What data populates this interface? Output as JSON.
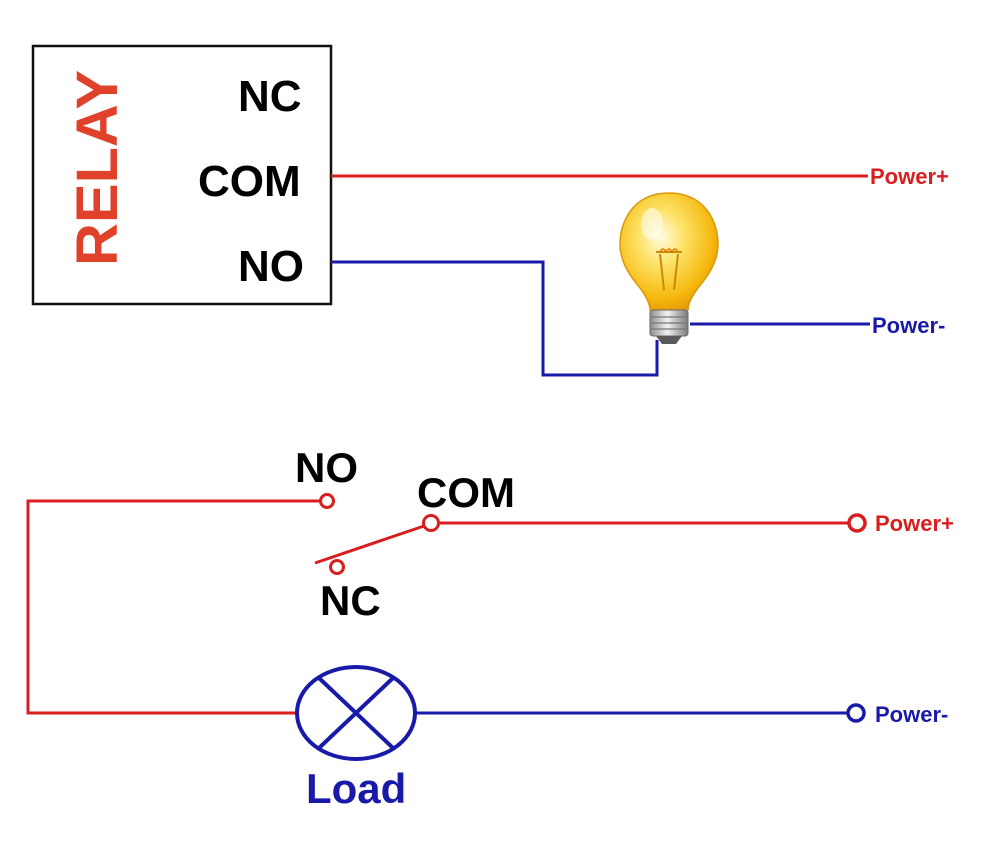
{
  "colors": {
    "positive_wire": "#d81e1e",
    "negative_wire": "#1a1aa8",
    "relay_text": "#e0412a",
    "label_text": "#000000",
    "bulb_glass": "#f9c41a",
    "bulb_base": "#b8b8b8"
  },
  "relay_module": {
    "title": "RELAY",
    "pins": {
      "nc": "NC",
      "com": "COM",
      "no": "NO"
    },
    "power_positive": "Power+",
    "power_negative": "Power-",
    "lamp_icon": "light-bulb-icon"
  },
  "schematic": {
    "terminal_no": "NO",
    "terminal_com": "COM",
    "terminal_nc": "NC",
    "power_positive": "Power+",
    "power_negative": "Power-",
    "load_label": "Load",
    "load_icon": "lamp-load-symbol-icon"
  }
}
